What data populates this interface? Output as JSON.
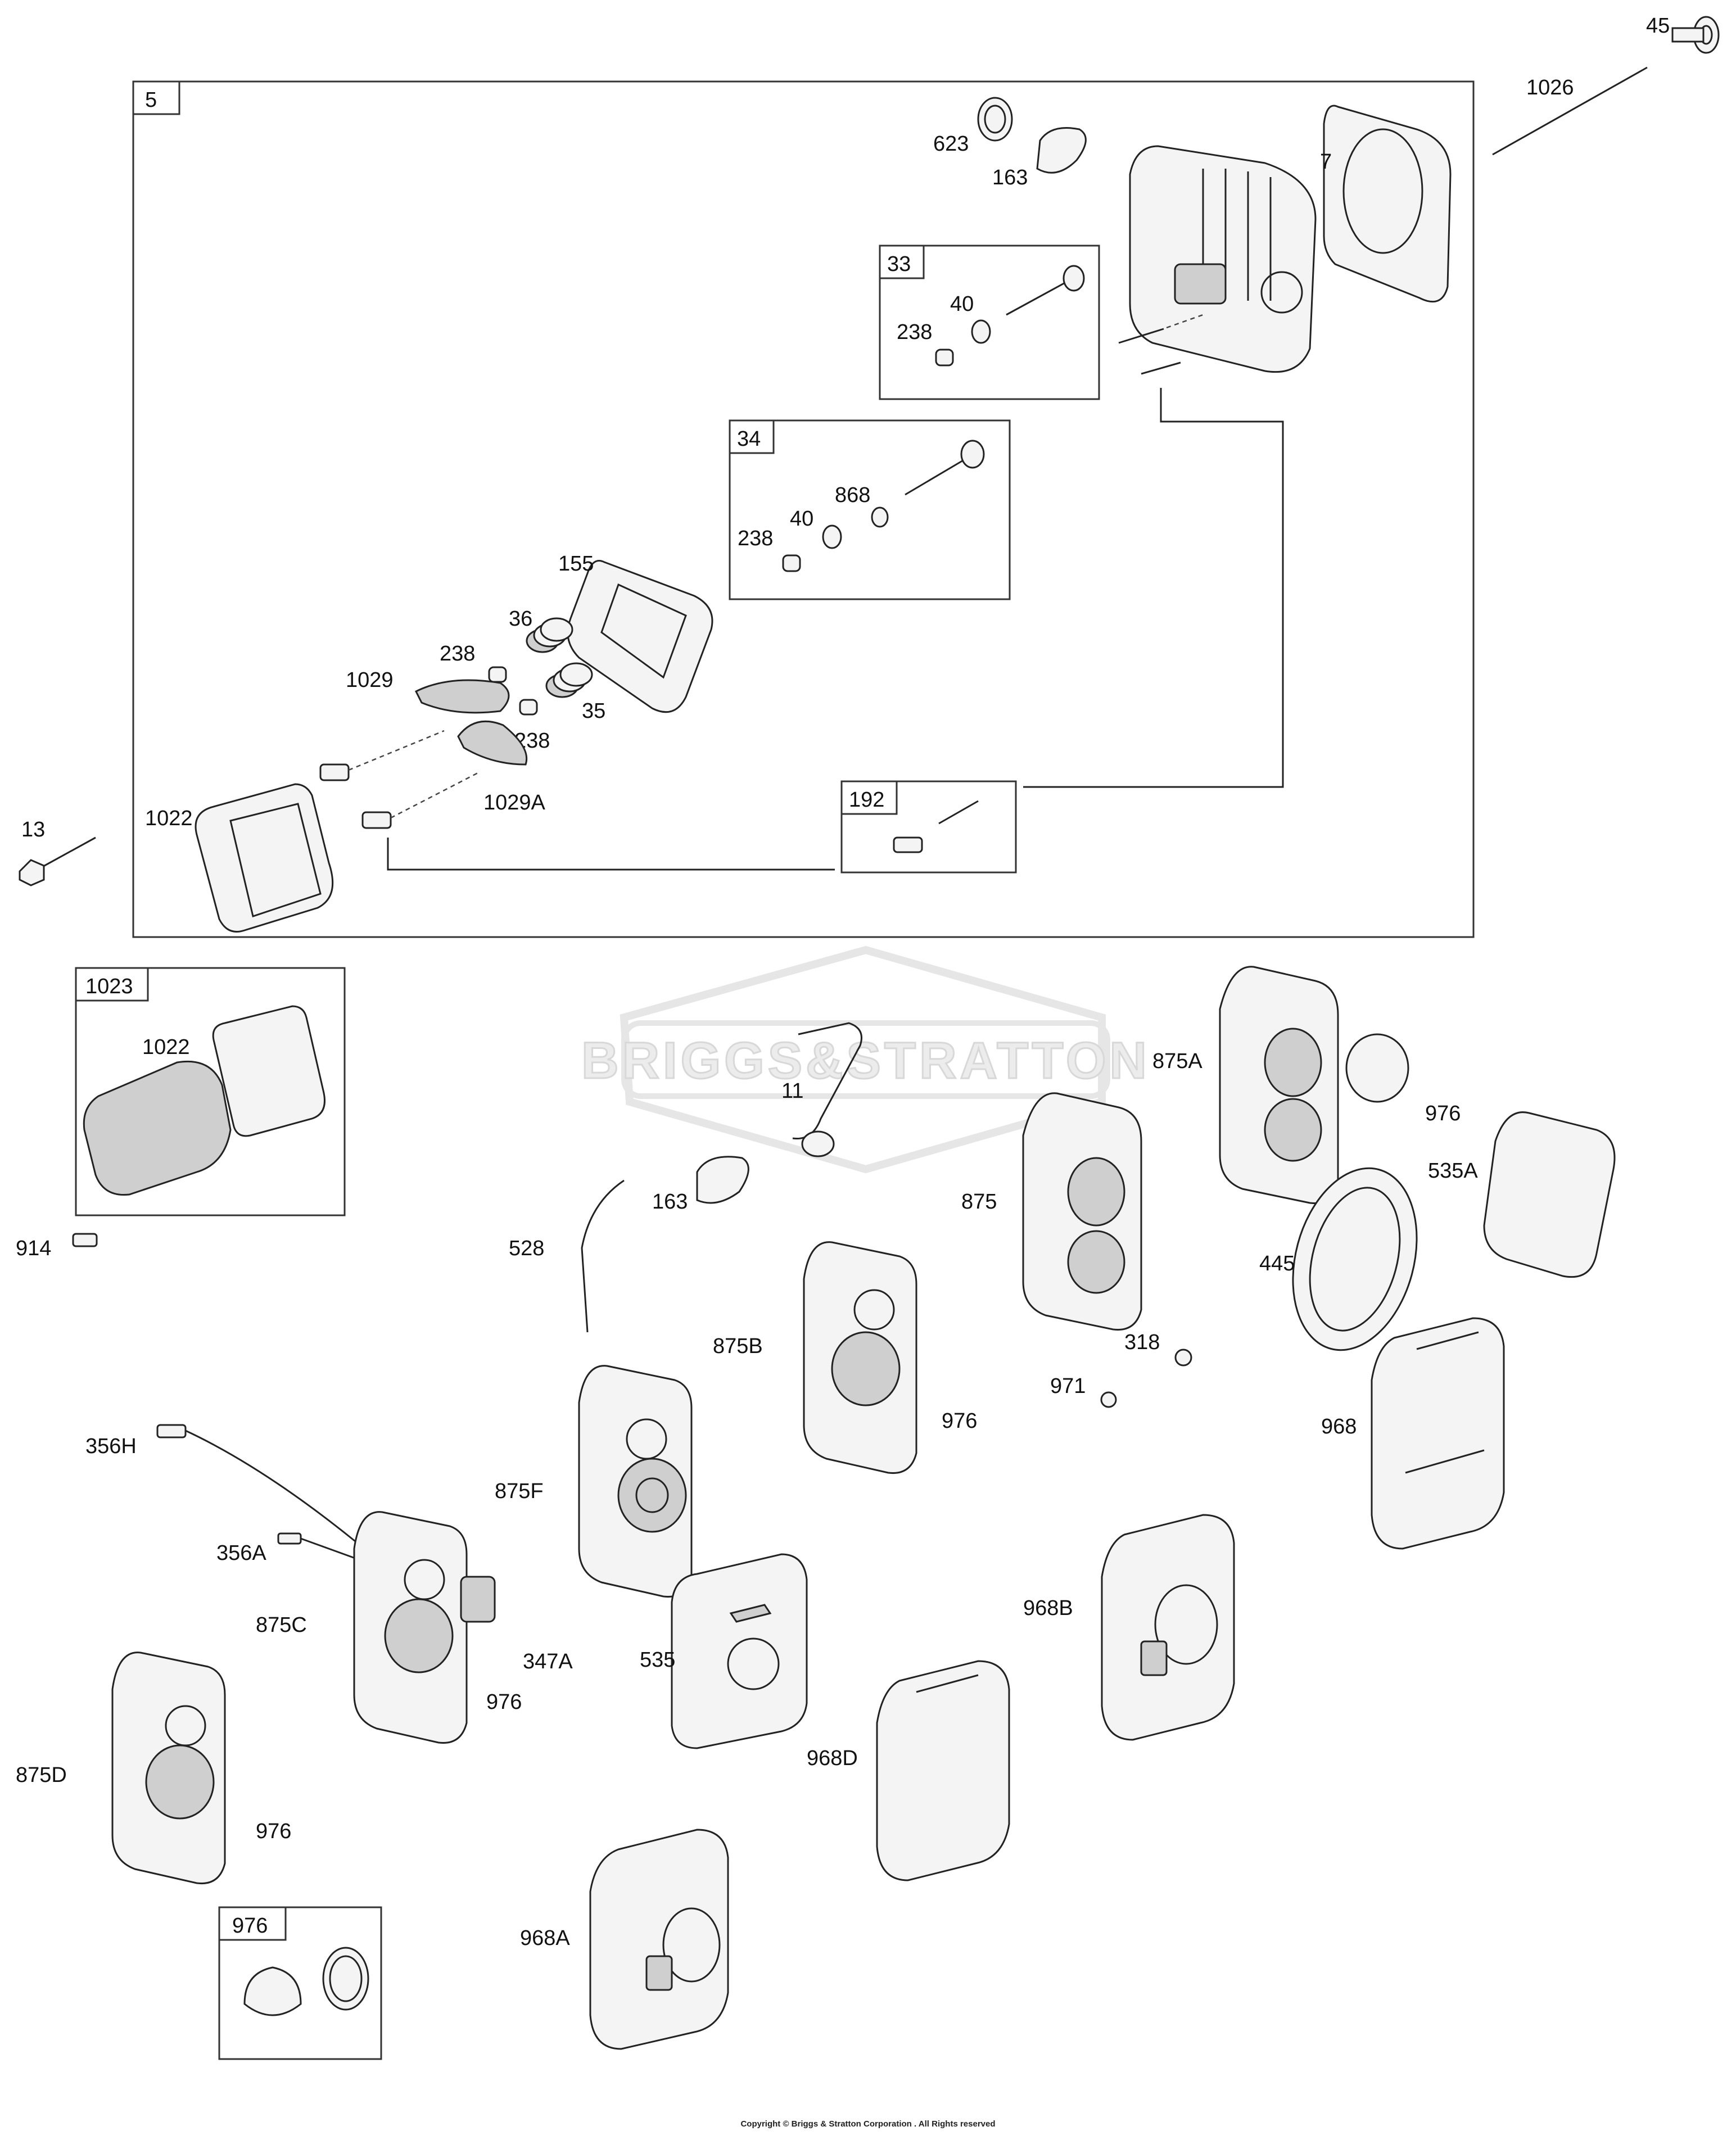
{
  "watermark": "BRIGGS&STRATTON",
  "copyright": "Copyright © Briggs & Stratton Corporation . All Rights reserved",
  "boxes": {
    "b5": "5",
    "b33": "33",
    "b34": "34",
    "b192": "192",
    "b1023": "1023",
    "b976": "976"
  },
  "labels": {
    "l45": "45",
    "l1026": "1026",
    "l623": "623",
    "l163a": "163",
    "l7": "7",
    "l40a": "40",
    "l238a": "238",
    "l868": "868",
    "l40b": "40",
    "l238b": "238",
    "l155": "155",
    "l36": "36",
    "l238c": "238",
    "l1029": "1029",
    "l35": "35",
    "l238d": "238",
    "l1029A": "1029A",
    "l1022a": "1022",
    "l13": "13",
    "l1022b": "1022",
    "l914": "914",
    "l11": "11",
    "l163b": "163",
    "l528": "528",
    "l875A": "875A",
    "l976a": "976",
    "l875": "875",
    "l535A": "535A",
    "l445": "445",
    "l318": "318",
    "l971": "971",
    "l875B": "875B",
    "l976b": "976",
    "l968": "968",
    "l356H": "356H",
    "l875F": "875F",
    "l356A": "356A",
    "l875C": "875C",
    "l347A": "347A",
    "l976c": "976",
    "l535": "535",
    "l968B": "968B",
    "l875D": "875D",
    "l976d": "976",
    "l968D": "968D",
    "l968A": "968A"
  }
}
